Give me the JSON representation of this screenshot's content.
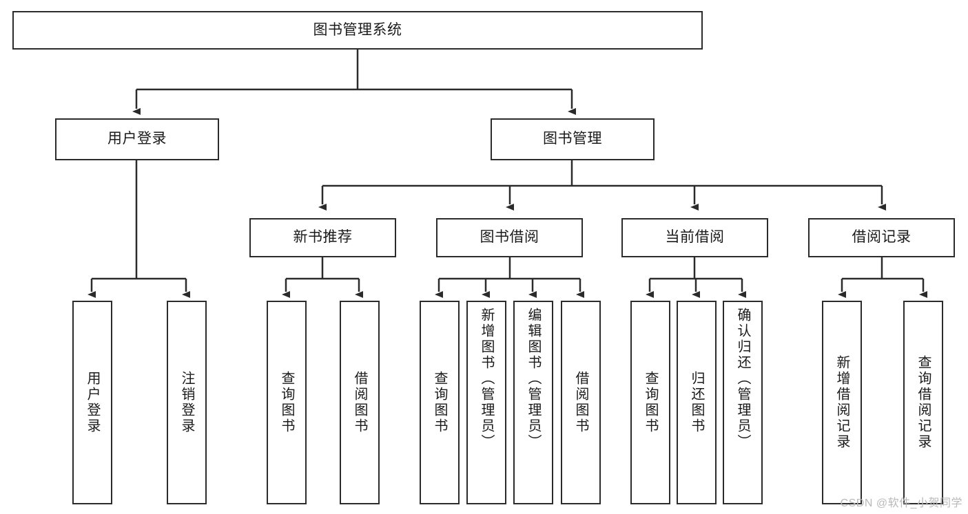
{
  "diagram": {
    "type": "tree-hierarchy",
    "title": "图书管理系统",
    "root": {
      "id": "root",
      "label": "图书管理系统"
    },
    "level2": [
      {
        "id": "user-login",
        "label": "用户登录"
      },
      {
        "id": "book-management",
        "label": "图书管理"
      }
    ],
    "level3": [
      {
        "id": "new-book-recommend",
        "label": "新书推荐",
        "parent": "book-management"
      },
      {
        "id": "book-borrow",
        "label": "图书借阅",
        "parent": "book-management"
      },
      {
        "id": "current-borrow",
        "label": "当前借阅",
        "parent": "book-management"
      },
      {
        "id": "borrow-record",
        "label": "借阅记录",
        "parent": "book-management"
      }
    ],
    "leaves": {
      "user_login": [
        {
          "id": "leaf-user-login",
          "label": "用户登录"
        },
        {
          "id": "leaf-logout",
          "label": "注销登录"
        }
      ],
      "new_book_recommend": [
        {
          "id": "leaf-query-book-1",
          "label": "查询图书"
        },
        {
          "id": "leaf-borrow-book-1",
          "label": "借阅图书"
        }
      ],
      "book_borrow": [
        {
          "id": "leaf-query-book-2",
          "label": "查询图书"
        },
        {
          "id": "leaf-add-book",
          "label": "新增图书（管理员）"
        },
        {
          "id": "leaf-edit-book",
          "label": "编辑图书（管理员）"
        },
        {
          "id": "leaf-borrow-book-2",
          "label": "借阅图书"
        }
      ],
      "current_borrow": [
        {
          "id": "leaf-query-book-3",
          "label": "查询图书"
        },
        {
          "id": "leaf-return-book",
          "label": "归还图书"
        },
        {
          "id": "leaf-confirm-return",
          "label": "确认归还（管理员）"
        }
      ],
      "borrow_record": [
        {
          "id": "leaf-add-record",
          "label": "新增借阅记录"
        },
        {
          "id": "leaf-query-record",
          "label": "查询借阅记录"
        }
      ]
    }
  },
  "watermark": {
    "text": "CSDN @软件_小贺同学"
  },
  "colors": {
    "border": "#2b2b2b",
    "background": "#ffffff",
    "text": "#1a1a1a",
    "watermark": "#b9b9b9"
  }
}
